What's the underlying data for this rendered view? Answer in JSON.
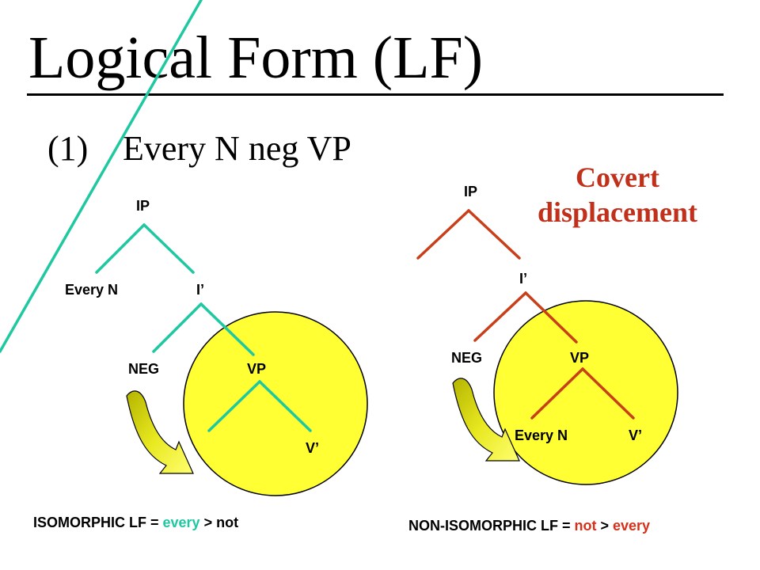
{
  "title": "Logical Form (LF)",
  "example": {
    "number": "(1)",
    "text": "Every N neg VP"
  },
  "covert_label": {
    "line1": "Covert",
    "line2": "displacement"
  },
  "colors": {
    "green_branch": "#1ec8a0",
    "red_branch": "#c8401a",
    "scope_circle": "#ffff33",
    "arrow": "#c8c800",
    "covert_text": "#c0301a"
  },
  "left_tree": {
    "ip": "IP",
    "subject": "Every N",
    "i_bar": "I’",
    "neg": "NEG",
    "vp": "VP",
    "v_bar": "V’"
  },
  "right_tree": {
    "ip": "IP",
    "i_bar": "I’",
    "neg": "NEG",
    "vp": "VP",
    "subject": "Every N",
    "v_bar": "V’"
  },
  "captions": {
    "left": {
      "prefix": "ISOMORPHIC LF = ",
      "first": "every",
      "sep": " > ",
      "second": "not"
    },
    "right": {
      "prefix": "NON-ISOMORPHIC LF = ",
      "first": "not",
      "sep": " > ",
      "second": "every"
    }
  }
}
